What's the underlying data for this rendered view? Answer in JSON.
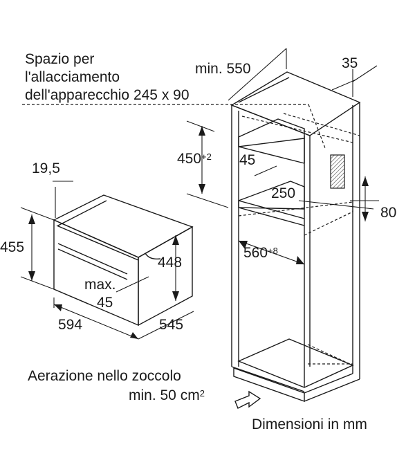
{
  "caption": "Dimensioni in mm",
  "connection_note": {
    "line1": "Spazio per",
    "line2": "l'allacciamento",
    "line3": "dell'apparecchio 245 x 90"
  },
  "ventilation_note": {
    "line1": "Aerazione nello zoccolo",
    "line2": "min. 50 cm",
    "line2_sup": "2"
  },
  "cabinet_dimensions": {
    "min_depth": "min. 550",
    "side_gap": "35",
    "niche_height": "450",
    "niche_height_tol": "+2",
    "gap_45": "45",
    "depth_250": "250",
    "height_80": "80",
    "width": "560",
    "width_tol": "+8"
  },
  "appliance_dimensions": {
    "front_depth": "19,5",
    "height": "455",
    "inner_height": "448",
    "max_label": "max.",
    "max_value": "45",
    "width": "594",
    "depth": "545"
  },
  "colors": {
    "line": "#1a1a1a",
    "hatch": "#555555"
  }
}
